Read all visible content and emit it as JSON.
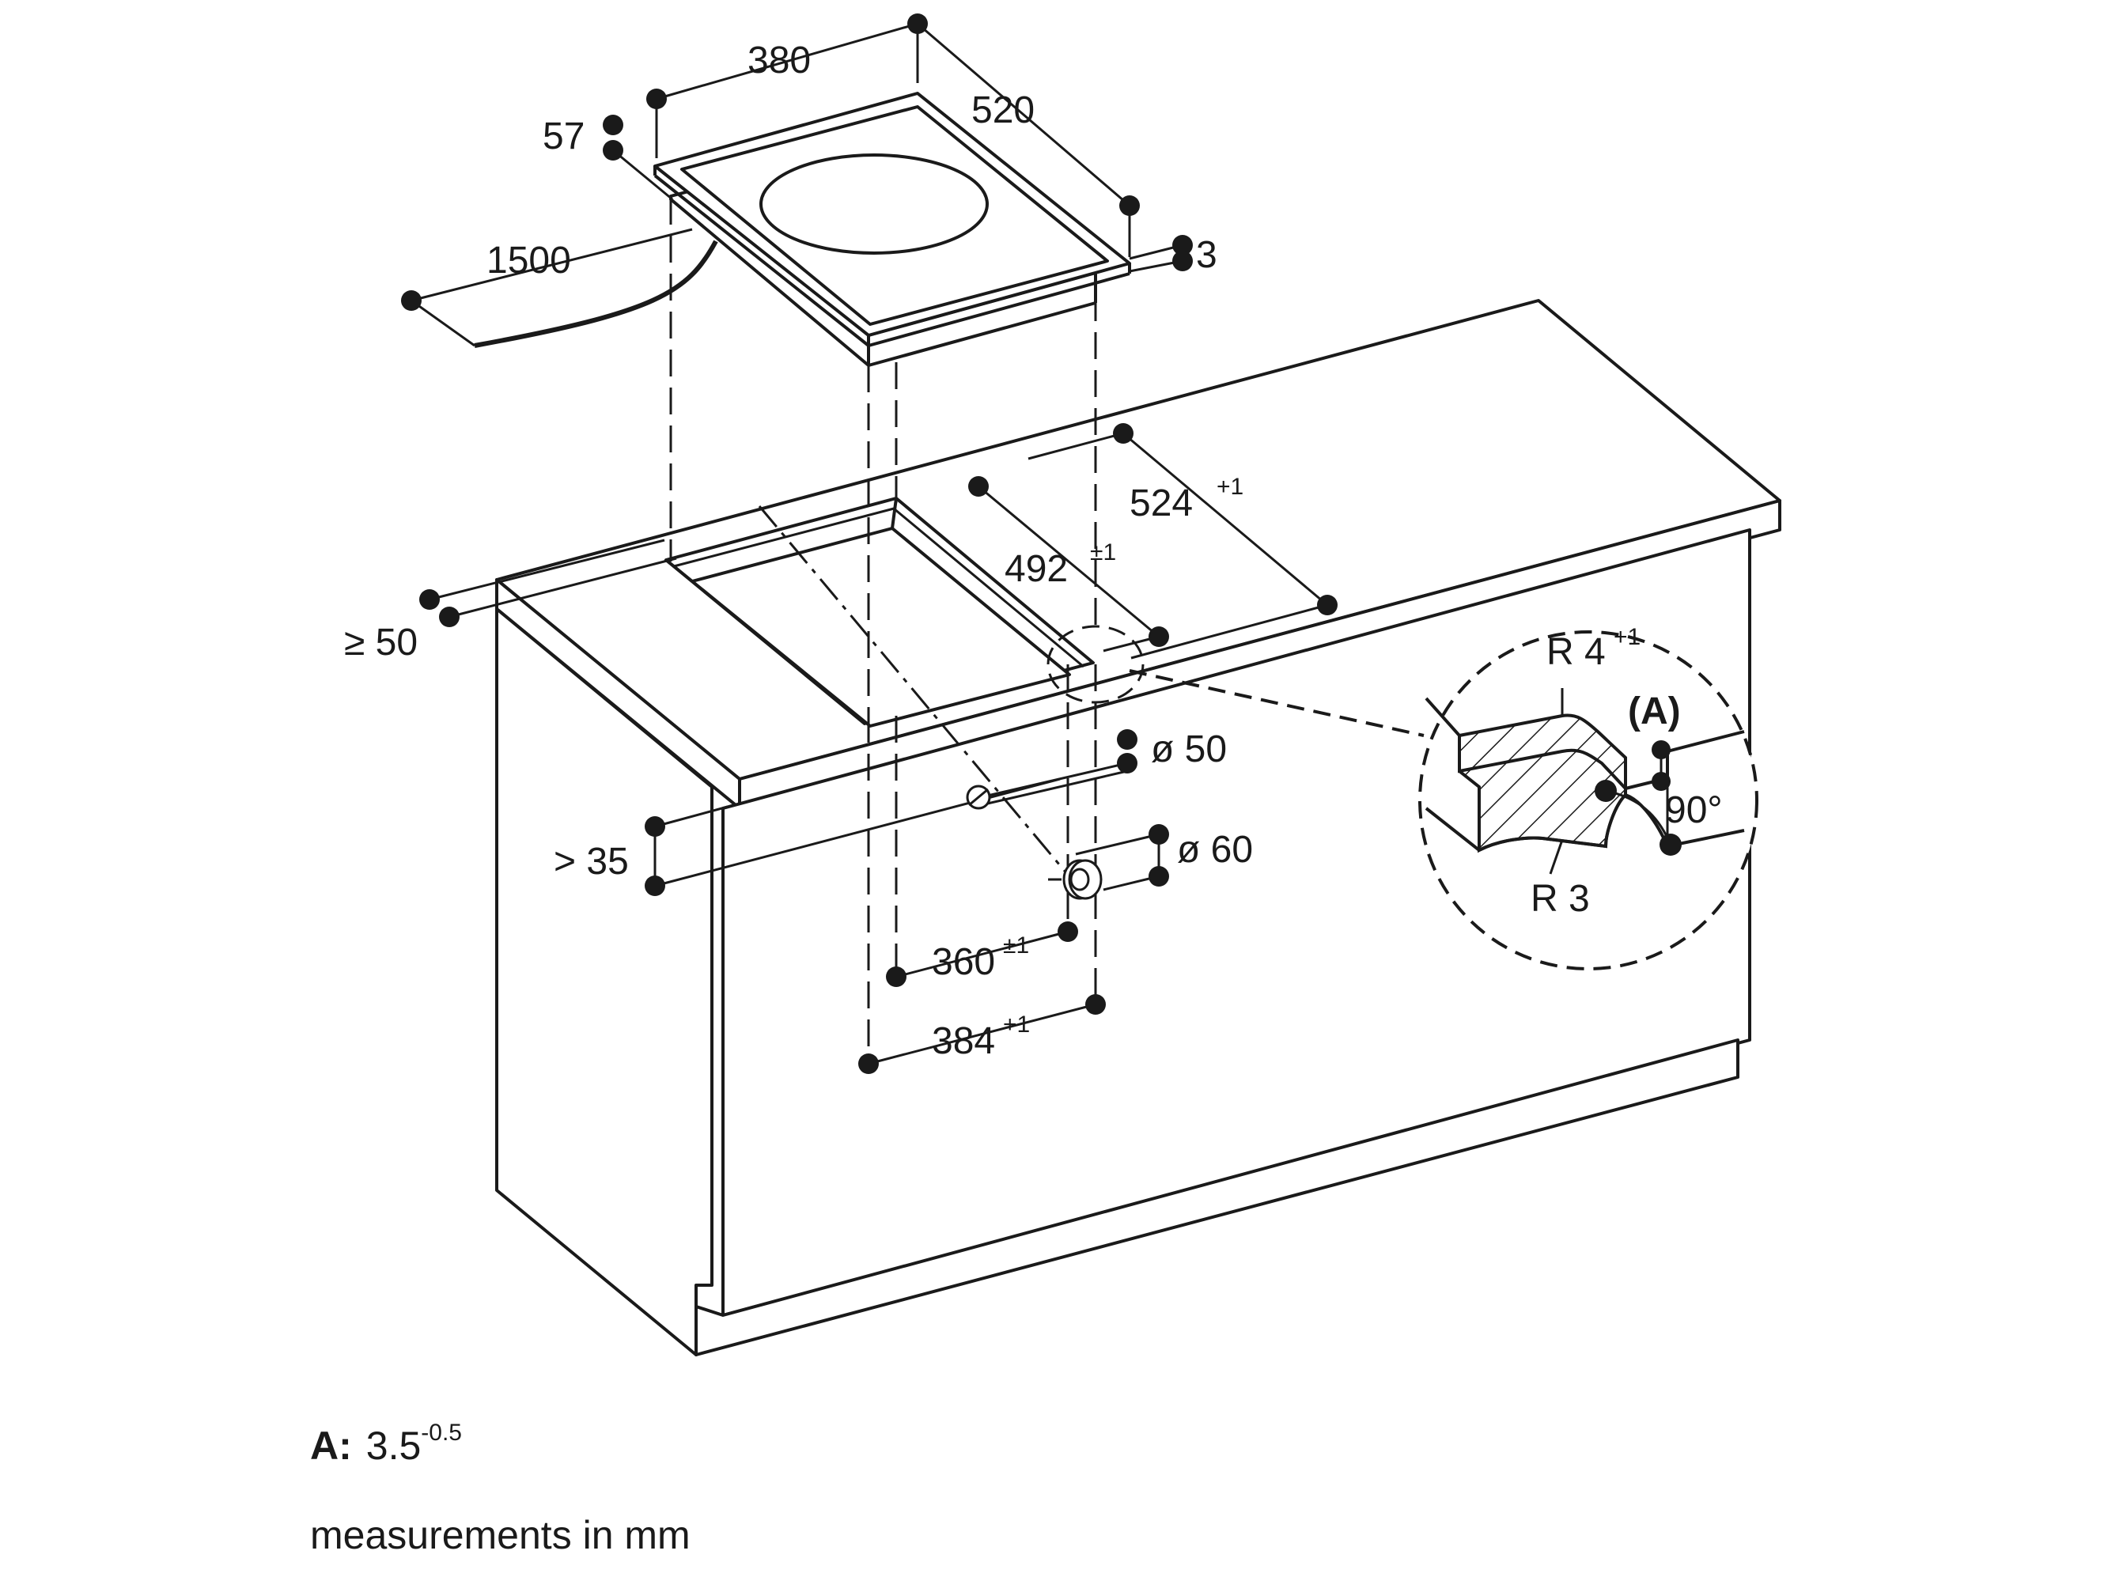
{
  "drawing": {
    "labels": {
      "width": "380",
      "depth": "520",
      "height": "57",
      "cable": "1500",
      "frame": "3",
      "cutout_depth": "524",
      "cutout_depth_tol": "+1",
      "inner_depth": "492",
      "inner_depth_tol": "±1",
      "edge_distance": "≥ 50",
      "hole_small": "ø 50",
      "hole_large": "ø 60",
      "hole_distance": "> 35",
      "inner_width": "360",
      "inner_width_tol": "±1",
      "cutout_width": "384",
      "cutout_width_tol": "+1"
    },
    "detail": {
      "radius_top": "R 4",
      "radius_top_tol": "+1",
      "marker": "(A)",
      "angle": "90°",
      "radius_bottom": "R 3"
    }
  },
  "notes": {
    "a_key": "A:",
    "a_value": "3.5",
    "a_tol": "-0.5",
    "units": "measurements in mm"
  },
  "colors": {
    "line": "#1a1a1a",
    "background": "#ffffff"
  }
}
